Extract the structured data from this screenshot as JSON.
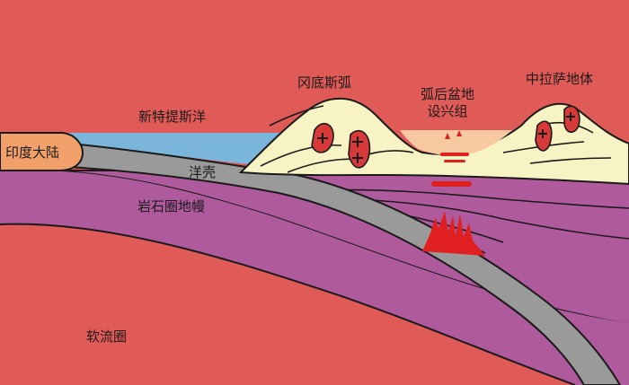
{
  "labels": {
    "india": "印度大陆",
    "neotethys": "新特提斯洋",
    "gangdese_arc": "冈底斯弧",
    "backarc_basin_line1": "弧后盆地",
    "backarc_basin_line2": "设兴组",
    "lhasa_block": "中拉萨地体",
    "oceanic_crust": "洋壳",
    "lithospheric_mantle": "岩石圈地幔",
    "asthenosphere": "软流圈"
  },
  "colors": {
    "asthenosphere": "#e05a57",
    "lithospheric_mantle": "#b05a9e",
    "oceanic_crust": "#9a9a9a",
    "ocean": "#7ab6dc",
    "continent_crust": "#f7f3c4",
    "india_block": "#f2a06a",
    "basin_fill": "#f8c8a0",
    "pluton": "#d83a3a",
    "melt": "#e02020",
    "outline": "#1a1a1a"
  }
}
